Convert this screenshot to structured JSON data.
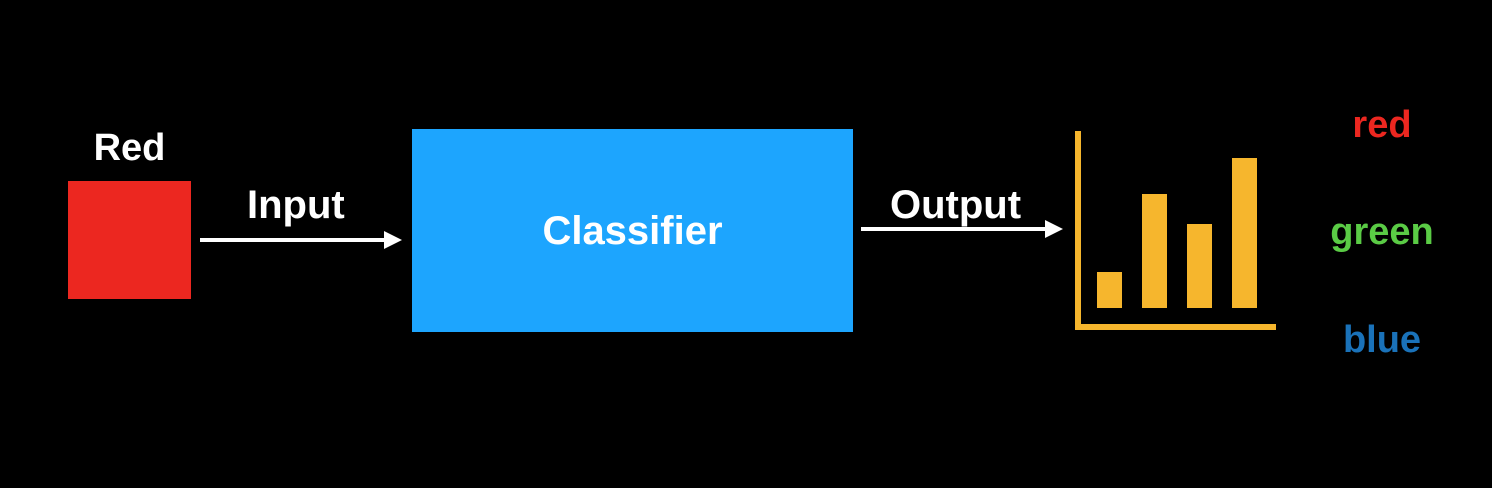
{
  "input": {
    "label": "Red",
    "color": "#ec2720"
  },
  "arrows": {
    "input_label": "Input",
    "output_label": "Output",
    "color": "#ffffff"
  },
  "classifier": {
    "label": "Classifier",
    "color": "#1da5fe"
  },
  "output_chart": {
    "bar_color": "#f6b62d",
    "relative_values": [
      0.24,
      0.76,
      0.56,
      1.0
    ]
  },
  "classes": [
    {
      "label": "red",
      "color": "#ec2720"
    },
    {
      "label": "green",
      "color": "#5acb45"
    },
    {
      "label": "blue",
      "color": "#1a72b9"
    }
  ]
}
